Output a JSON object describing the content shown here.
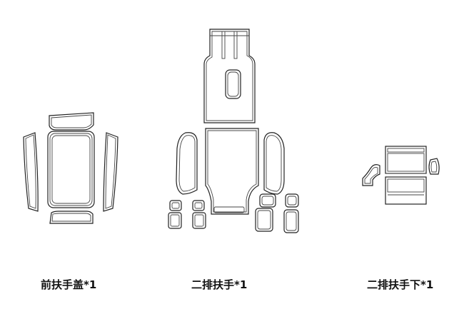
{
  "parts": [
    {
      "label": "前扶手盖*1"
    },
    {
      "label": "二排扶手*1"
    },
    {
      "label": "二排扶手下*1"
    }
  ]
}
